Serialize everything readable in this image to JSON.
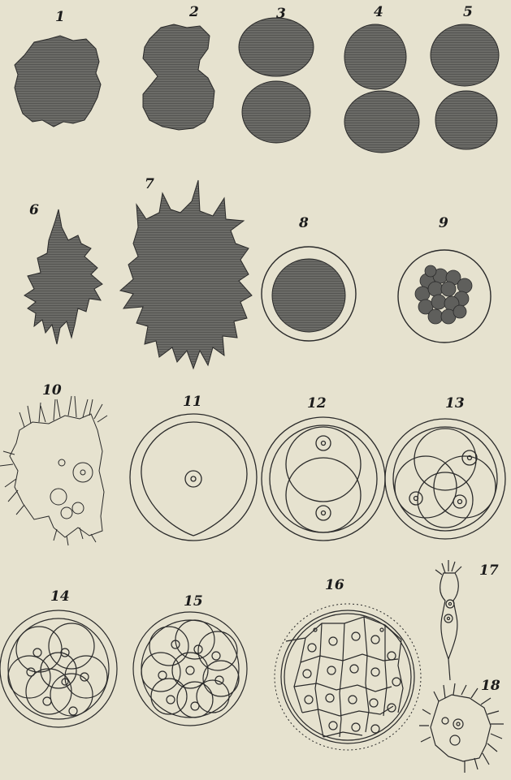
{
  "plate": {
    "background": "#e6e2cf",
    "ink": "#1d1d1d",
    "fill": "#6a6a66",
    "figures": [
      {
        "number": "1"
      },
      {
        "number": "2"
      },
      {
        "number": "3"
      },
      {
        "number": "4"
      },
      {
        "number": "5"
      },
      {
        "number": "6"
      },
      {
        "number": "7"
      },
      {
        "number": "8"
      },
      {
        "number": "9"
      },
      {
        "number": "10"
      },
      {
        "number": "11"
      },
      {
        "number": "12"
      },
      {
        "number": "13"
      },
      {
        "number": "14"
      },
      {
        "number": "15"
      },
      {
        "number": "16"
      },
      {
        "number": "17"
      },
      {
        "number": "18"
      }
    ]
  }
}
